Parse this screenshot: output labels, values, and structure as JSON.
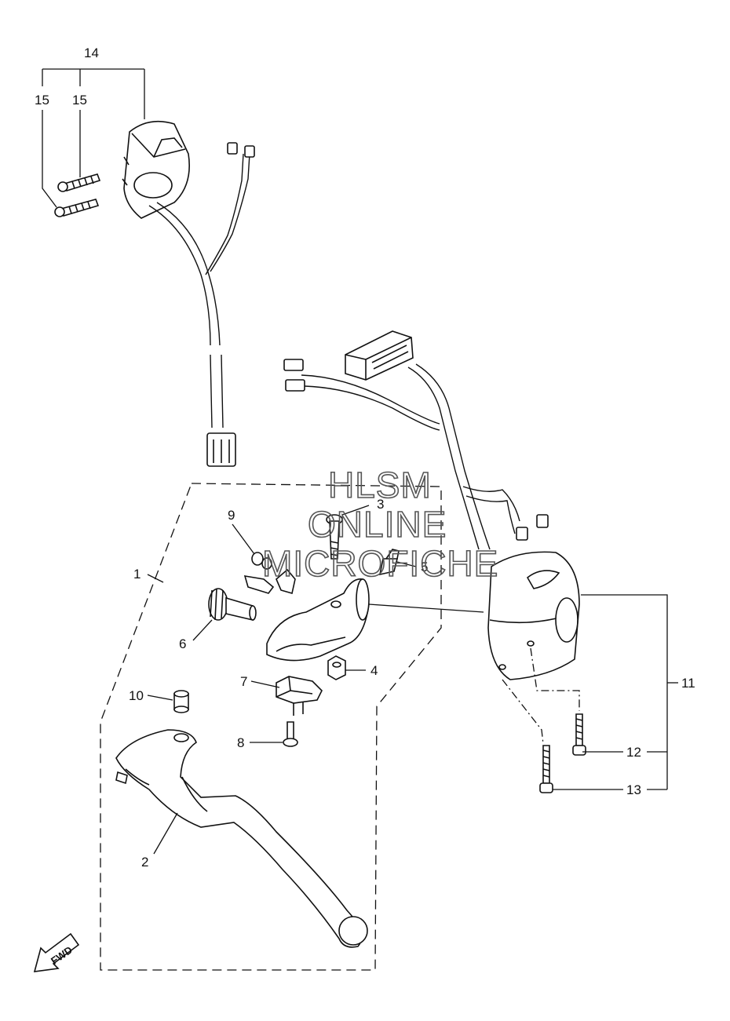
{
  "watermark": {
    "line1": "HLSM",
    "line2": "ONLINE",
    "line3": "MICROFICHE"
  },
  "callouts": {
    "c1": "1",
    "c2": "2",
    "c3": "3",
    "c4": "4",
    "c5": "5",
    "c6": "6",
    "c7": "7",
    "c8": "8",
    "c9": "9",
    "c10": "10",
    "c11": "11",
    "c12": "12",
    "c13": "13",
    "c14": "14",
    "c15a": "15",
    "c15b": "15"
  },
  "fwd_label": "FWD",
  "colors": {
    "line": "#111111",
    "watermark": "#555555",
    "background": "#ffffff"
  }
}
